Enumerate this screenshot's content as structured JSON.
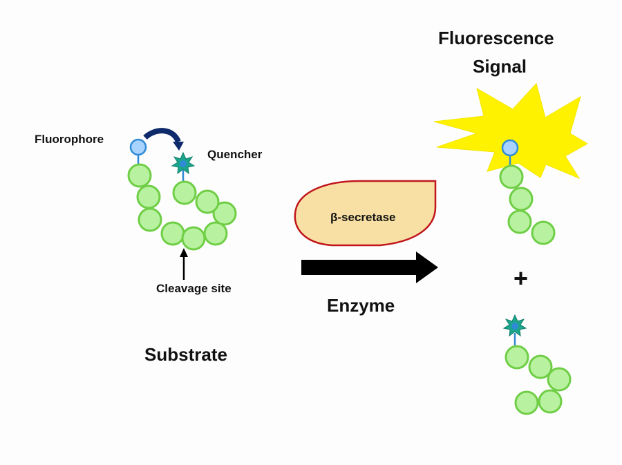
{
  "labels": {
    "fluorophore": "Fluorophore",
    "quencher": "Quencher",
    "cleavage_site": "Cleavage site",
    "substrate": "Substrate",
    "enzyme_name": "β-secretase",
    "enzyme": "Enzyme",
    "signal_line1": "Fluorescence",
    "signal_line2": "Signal",
    "plus": "+"
  },
  "colors": {
    "bead_fill": "#b8f2a0",
    "bead_stroke": "#6fce45",
    "fluorophore_fill": "#a9d3ff",
    "fluorophore_stroke": "#2f8bd6",
    "quencher_fill": "#1aa58c",
    "quencher_center": "#2f8bd6",
    "enzyme_fill": "#f8e0a4",
    "enzyme_stroke": "#c0151b",
    "signal_burst": "#fff200",
    "arrow": "#000000",
    "energy_transfer_arrow": "#0e2a6b"
  },
  "icons": [
    "fluorophore-circle",
    "quencher-star",
    "energy-transfer-arrow",
    "reaction-arrow",
    "cleavage-arrow",
    "fluorescence-burst"
  ]
}
